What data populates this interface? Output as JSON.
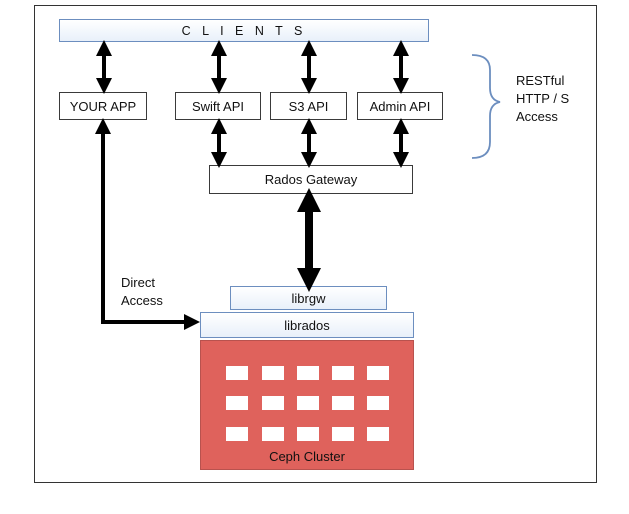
{
  "clients": {
    "label": "C L I E N T S"
  },
  "apis": {
    "your_app": "YOUR APP",
    "swift": "Swift API",
    "s3": "S3 API",
    "admin": "Admin API"
  },
  "gateway": {
    "label": "Rados Gateway"
  },
  "librgw": {
    "label": "librgw"
  },
  "librados": {
    "label": "librados"
  },
  "cluster": {
    "label": "Ceph Cluster",
    "color": "#df625c"
  },
  "restful": {
    "line1": "RESTful",
    "line2": "HTTP / S",
    "line3": "Access"
  },
  "direct": {
    "line1": "Direct",
    "line2": "Access"
  },
  "colors": {
    "box_border_blue": "#6c8ebf",
    "arrow": "#000000"
  }
}
